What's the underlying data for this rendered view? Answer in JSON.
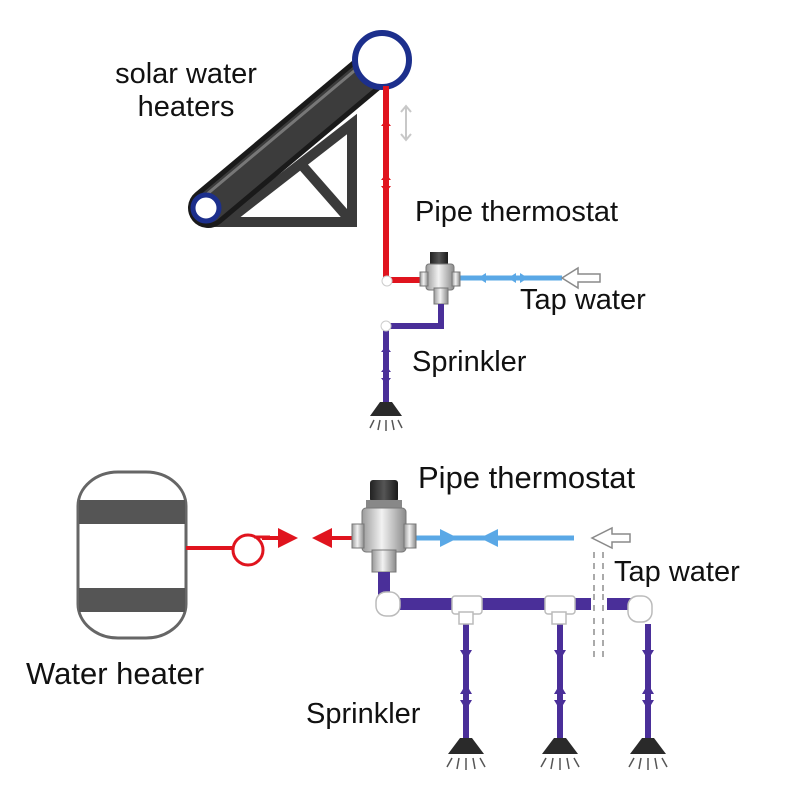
{
  "labels": {
    "solar_line1": "solar water",
    "solar_line2": "heaters",
    "pipe_thermostat_top": "Pipe thermostat",
    "tap_water_top": "Tap water",
    "sprinkler_top": "Sprinkler",
    "pipe_thermostat_bottom": "Pipe thermostat",
    "tap_water_bottom": "Tap water",
    "water_heater": "Water heater",
    "sprinkler_bottom": "Sprinkler"
  },
  "colors": {
    "hot_pipe": "#e0141e",
    "cold_pipe": "#5aa8e6",
    "mixed_pipe": "#4a2f99",
    "panel": "#2a2a2a",
    "panel_ring": "#1c2f8c",
    "frame": "#3a3a3a",
    "heater_band": "#555555",
    "valve": "#cfcfcf",
    "arrow_outline": "#888888"
  },
  "icons": [
    "solar-panel-icon",
    "pipe-thermostat-icon",
    "sprinkler-head-icon",
    "water-heater-tank-icon",
    "pump-icon",
    "flow-arrow-icon",
    "pipe-elbow-icon",
    "pipe-tee-icon"
  ]
}
